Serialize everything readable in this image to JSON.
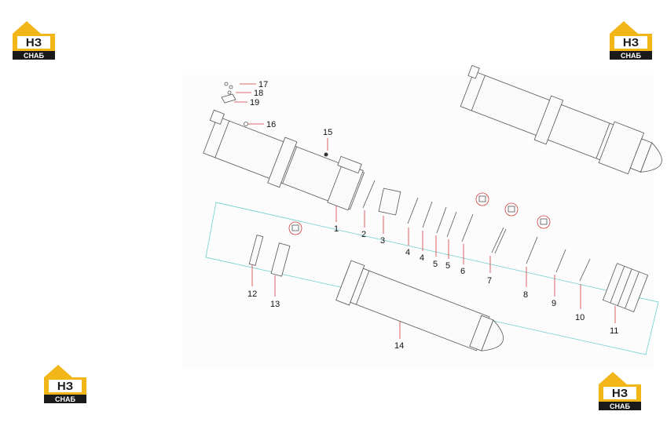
{
  "logos": [
    {
      "position": "top-left",
      "text": "СНАБ",
      "mark": "НЗ"
    },
    {
      "position": "top-right",
      "text": "СНАБ",
      "mark": "НЗ"
    },
    {
      "position": "bottom-left",
      "text": "СНАБ",
      "mark": "НЗ"
    },
    {
      "position": "bottom-right",
      "text": "СНАБ",
      "mark": "НЗ"
    }
  ],
  "colors": {
    "brand_yellow": "#f2b619",
    "brand_black": "#1a1a1a",
    "leader": "#d23a3a",
    "outline": "#7fd3d3"
  },
  "callouts": [
    "1",
    "2",
    "3",
    "4",
    "4",
    "5",
    "5",
    "6",
    "7",
    "8",
    "9",
    "10",
    "11",
    "12",
    "13",
    "14",
    "15",
    "16",
    "17",
    "18",
    "19"
  ]
}
